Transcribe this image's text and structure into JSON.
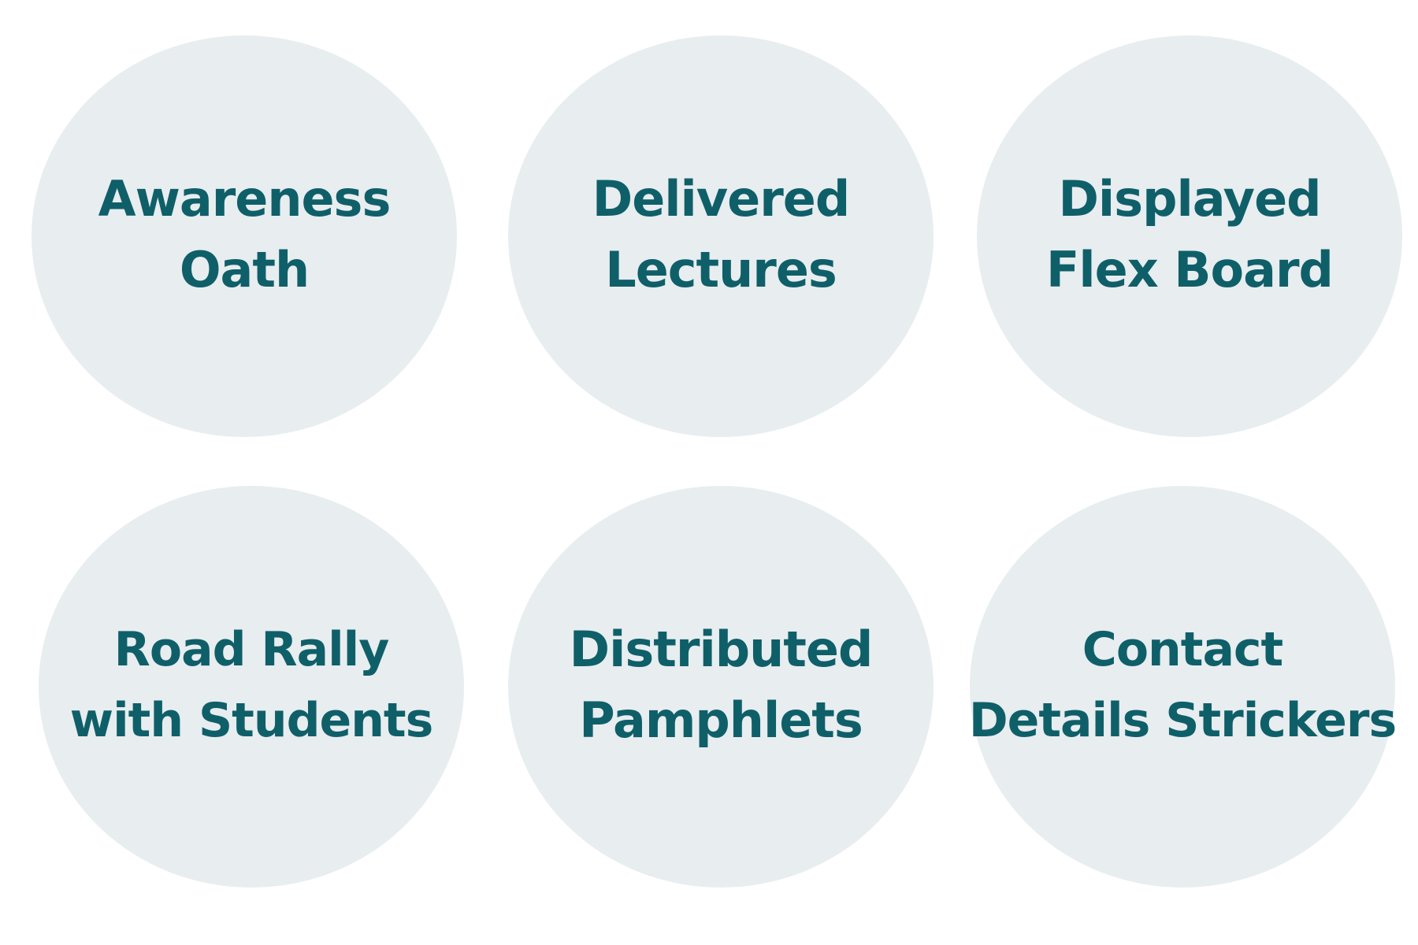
{
  "colors": {
    "background": "#ffffff",
    "bubble_fill": "#e8edf0",
    "text": "#0f5f69"
  },
  "activities": [
    {
      "line1": "Awareness",
      "line2": "Oath"
    },
    {
      "line1": "Delivered",
      "line2": "Lectures"
    },
    {
      "line1": "Displayed",
      "line2": "Flex Board"
    },
    {
      "line1": "Road Rally",
      "line2": "with Students"
    },
    {
      "line1": "Distributed",
      "line2": "Pamphlets"
    },
    {
      "line1": "Contact",
      "line2": "Details Strickers"
    }
  ]
}
